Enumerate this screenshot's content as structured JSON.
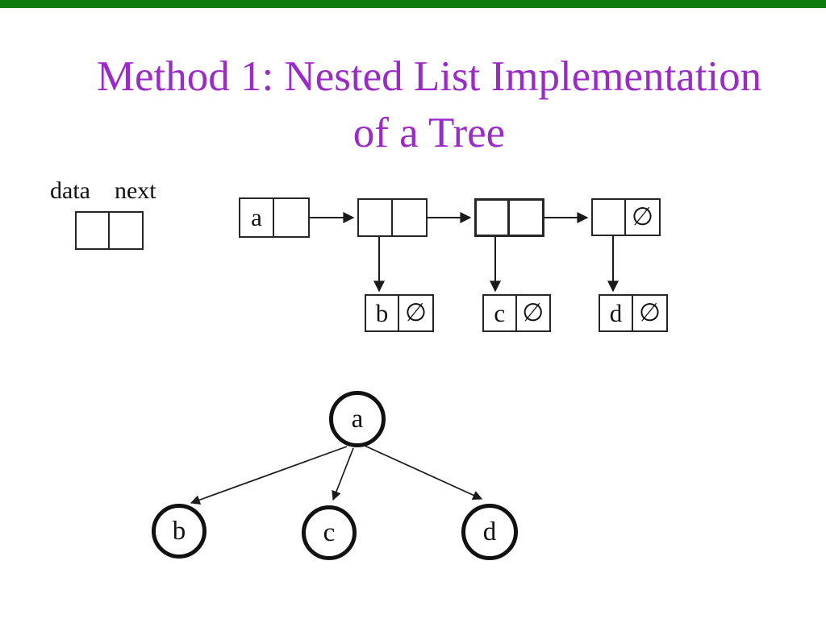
{
  "slide": {
    "top_bar_color": "#0c7a0c",
    "title_line1": "Method 1: Nested List Implementation",
    "title_line2": "of a Tree",
    "title_color": "#9b2bc8"
  },
  "legend": {
    "data_label": "data",
    "next_label": "next"
  },
  "null_symbol": "∅",
  "linked_list": {
    "root": {
      "data": "a",
      "next": ""
    },
    "internal_nodes": [
      {
        "data": "",
        "next": ""
      },
      {
        "data": "",
        "next": ""
      }
    ],
    "tail": {
      "data": "",
      "next": "∅"
    },
    "children": [
      {
        "data": "b",
        "next": "∅"
      },
      {
        "data": "c",
        "next": "∅"
      },
      {
        "data": "d",
        "next": "∅"
      }
    ]
  },
  "tree": {
    "root": "a",
    "children": [
      "b",
      "c",
      "d"
    ]
  }
}
